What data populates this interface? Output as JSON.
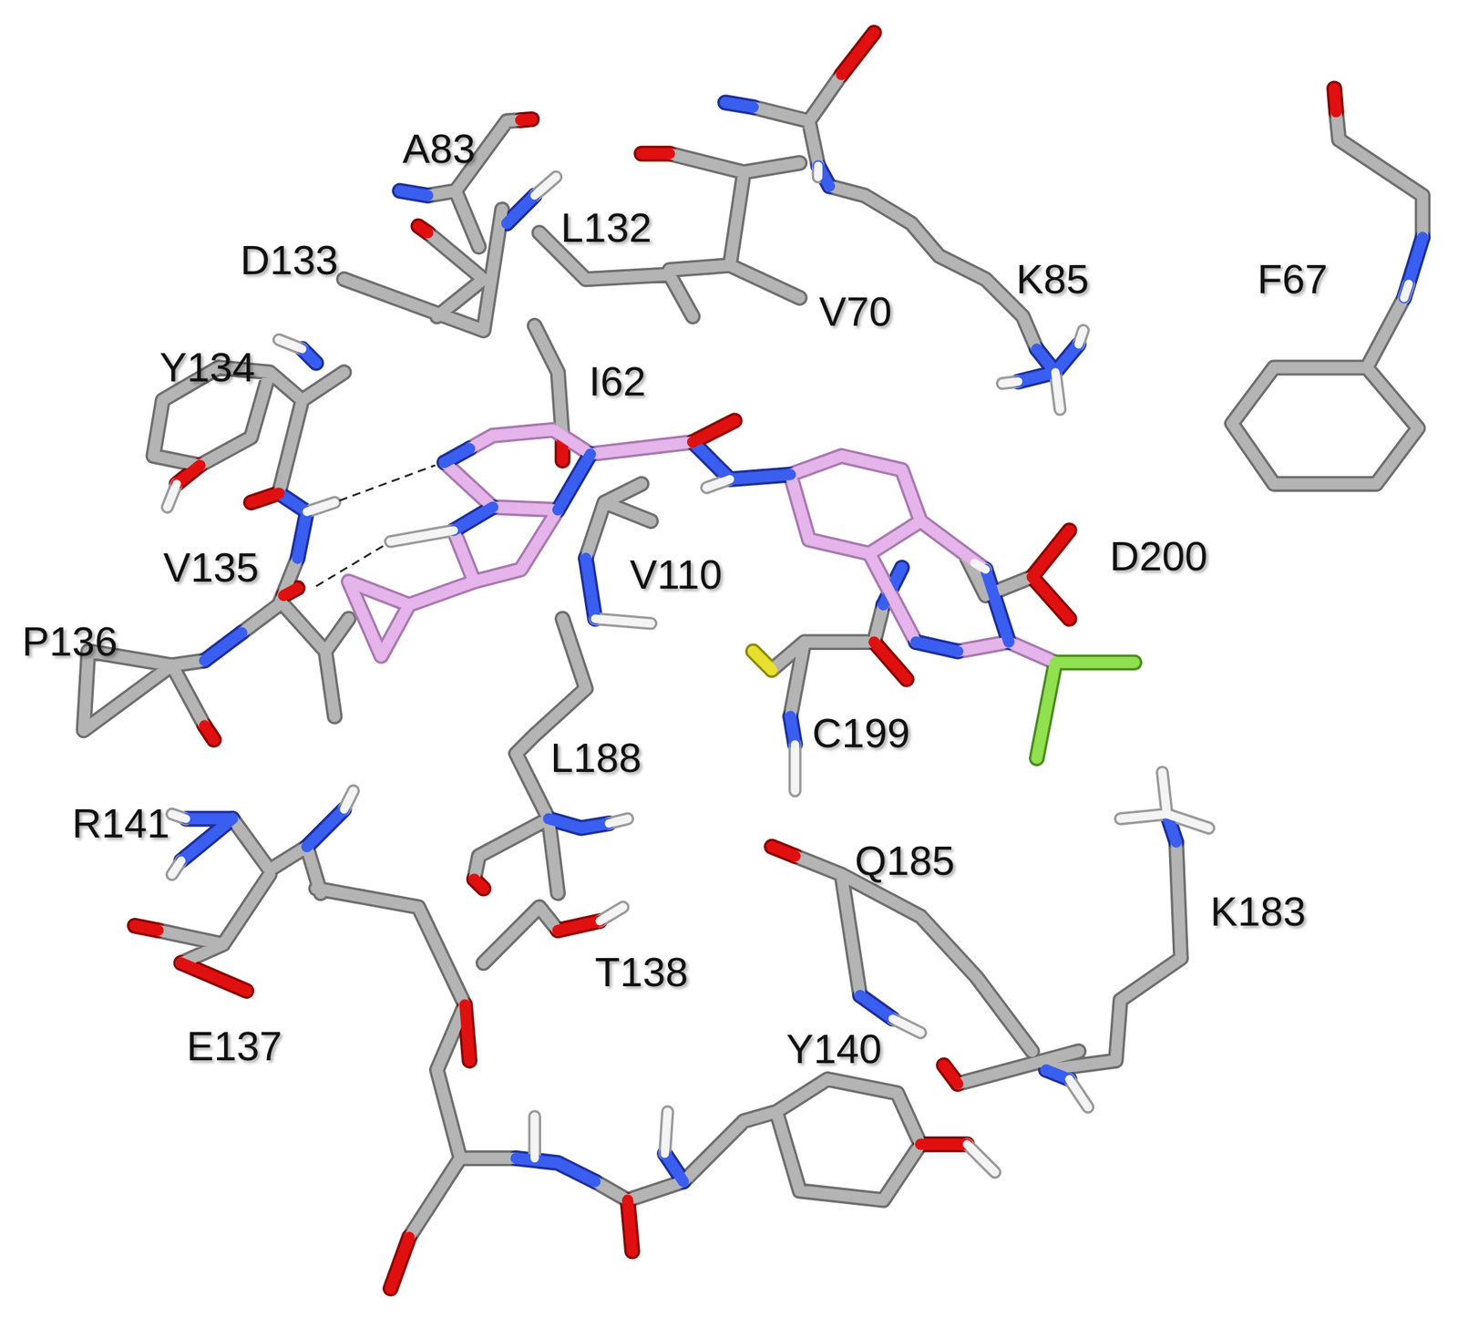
{
  "diagram": {
    "labels": [
      "A83",
      "L132",
      "D133",
      "K85",
      "F67",
      "V70",
      "Y134",
      "I62",
      "D200",
      "V135",
      "V110",
      "P136",
      "C199",
      "L188",
      "R141",
      "Q185",
      "K183",
      "T138",
      "E137",
      "Y140"
    ]
  }
}
